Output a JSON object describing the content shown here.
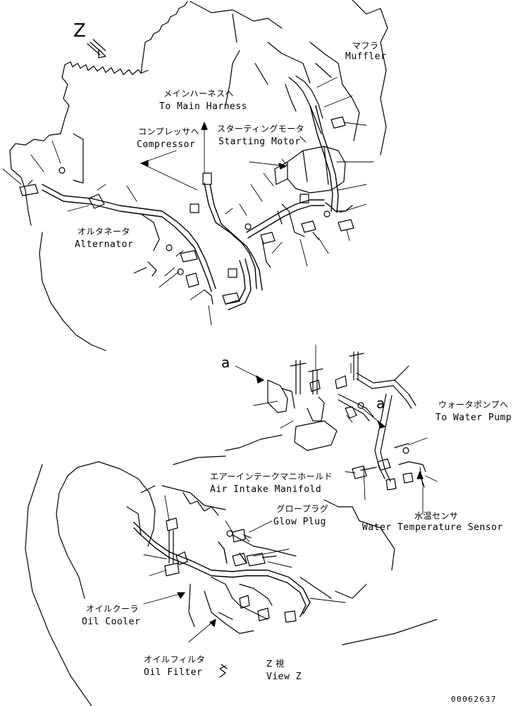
{
  "view_marker": "Z",
  "detail_marker": "a",
  "labels": {
    "muffler": {
      "jp": "マフラ",
      "en": "Muffler"
    },
    "main_harness": {
      "jp": "メインハーネスへ",
      "en": "To Main Harness"
    },
    "compressor": {
      "jp": "コンプレッサへ",
      "en": "Compressor"
    },
    "starting_motor": {
      "jp": "スターティングモータ",
      "en": "Starting Motor"
    },
    "alternator": {
      "jp": "オルタネータ",
      "en": "Alternator"
    },
    "water_pump": {
      "jp": "ウォータポンプへ",
      "en": "To Water Pump"
    },
    "air_intake": {
      "jp": "エアーインテークマニホールド",
      "en": "Air Intake Manifold"
    },
    "glow_plug": {
      "jp": "グロープラグ",
      "en": "Glow Plug"
    },
    "water_temp": {
      "jp": "水温センサ",
      "en": "Water Temperature Sensor"
    },
    "oil_cooler": {
      "jp": "オイルクーラ",
      "en": "Oil Cooler"
    },
    "oil_filter": {
      "jp": "オイルフィルタ",
      "en": "Oil Filter"
    },
    "view": {
      "jp": "Z 視",
      "en": "View Z"
    }
  },
  "drawing_code": "00062637"
}
